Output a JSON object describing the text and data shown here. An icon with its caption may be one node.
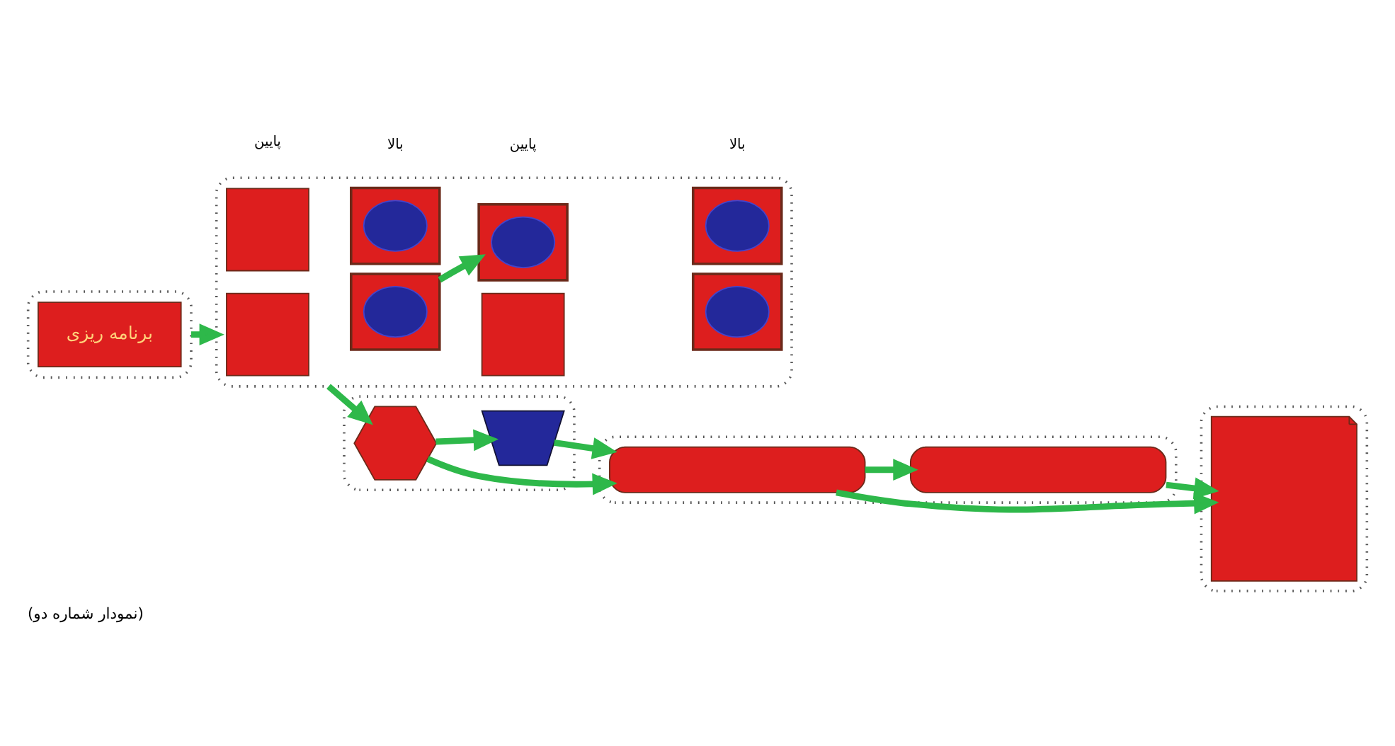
{
  "diagram": {
    "caption": "(نمودار شماره دو)",
    "nodes": [
      {
        "text": [],
        "shape": "box"
      },
      {
        "text": [
          "برنامه ریزی"
        ],
        "in": 0
      },
      {
        "text": [],
        "shape": "box"
      },
      {
        "text": [],
        "shape": "box",
        "in": 2
      },
      {
        "text": [],
        "shape": "box",
        "in": 2
      },
      {
        "text": [],
        "shape": "circle",
        "in": 4
      },
      {
        "text": [],
        "shape": "box",
        "in": 2
      },
      {
        "text": [],
        "shape": "box",
        "in": 2
      },
      {
        "text": [],
        "shape": "circle",
        "in": 7
      },
      {
        "text": [],
        "shape": "box",
        "in": 2
      },
      {
        "text": [],
        "shape": "circle",
        "in": 9
      },
      {
        "text": [],
        "shape": "box",
        "in": 2
      },
      {
        "text": [],
        "shape": "circle",
        "in": 11
      },
      {
        "text": [],
        "shape": "box",
        "in": 2
      },
      {
        "text": [],
        "shape": "box",
        "in": 2
      },
      {
        "text": [],
        "shape": "circle",
        "in": 14
      },
      {
        "text": [],
        "shape": "box"
      },
      {
        "text": [],
        "shape": "hexagon",
        "in": 16
      },
      {
        "text": [],
        "shape": "trapezoid",
        "in": 16
      },
      {
        "text": [],
        "shape": "box"
      },
      {
        "text": [],
        "shape": "document",
        "in": 19
      },
      {
        "text": [],
        "shape": "box"
      },
      {
        "text": [],
        "shape": "bar",
        "in": 21
      },
      {
        "text": [],
        "shape": "bar",
        "in": 21
      }
    ],
    "edges": [
      {
        "from": 0,
        "to": 2,
        "arrow": "to"
      },
      {
        "from": 4,
        "to": 9,
        "arrow": "to"
      },
      {
        "from": 2,
        "to": 17,
        "arrow": "to"
      },
      {
        "from": 17,
        "to": 18,
        "arrow": "to"
      },
      {
        "from": 17,
        "to": 22,
        "arrow": "to"
      },
      {
        "from": 18,
        "to": 22,
        "arrow": "to"
      },
      {
        "from": 22,
        "to": 23,
        "arrow": "to"
      },
      {
        "from": 22,
        "to": 20,
        "arrow": "to"
      },
      {
        "from": 23,
        "to": 20,
        "arrow": "to"
      }
    ],
    "labels": [
      "پایین",
      "بالا",
      "پایین",
      "بالا"
    ]
  }
}
